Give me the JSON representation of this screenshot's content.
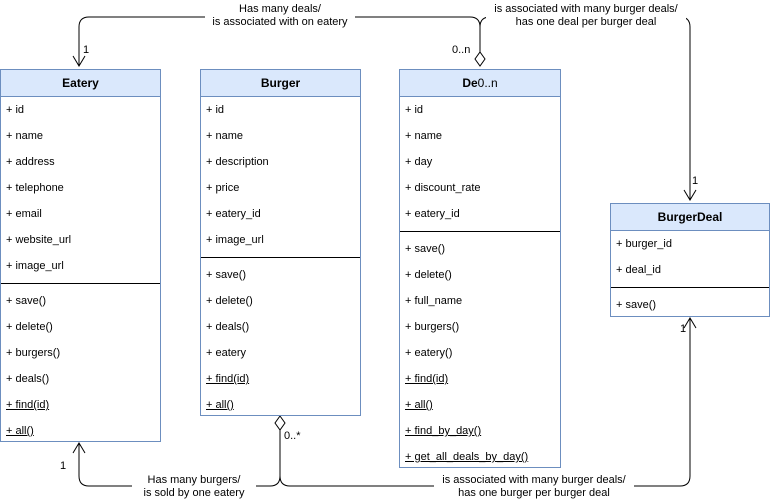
{
  "classes": {
    "eatery": {
      "name": "Eatery",
      "attributes": [
        "+ id",
        "+ name",
        "+ address",
        "+ telephone",
        "+ email",
        "+ website_url",
        "+ image_url"
      ],
      "methods": [
        "+ save()",
        "+ delete()",
        "+ burgers()",
        "+ deals()",
        "+ find(id)",
        "+ all()"
      ]
    },
    "burger": {
      "name": "Burger",
      "attributes": [
        "+ id",
        "+ name",
        "+ description",
        "+ price",
        "+ eatery_id",
        "+ image_url"
      ],
      "methods": [
        "+ save()",
        "+ delete()",
        "+ deals()",
        "+ eatery",
        "+ find(id)",
        "+ all()"
      ]
    },
    "deal": {
      "name": "De",
      "name_overlap": "0..n",
      "attributes": [
        "+ id",
        "+ name",
        "+ day",
        "+ discount_rate",
        "+ eatery_id"
      ],
      "methods": [
        "+ save()",
        "+ delete()",
        "+ full_name",
        "+ burgers()",
        "+ eatery()",
        "+ find(id)",
        "+ all()",
        "+ find_by_day()",
        "+ get_all_deals_by_day()"
      ]
    },
    "burgerdeal": {
      "name": "BurgerDeal",
      "attributes": [
        "+ burger_id",
        "+ deal_id"
      ],
      "methods": [
        "+ save()"
      ]
    }
  },
  "relations": {
    "eatery_deal": {
      "line1": "Has many deals/",
      "line2": "is associated with on eatery",
      "mult_eatery": "1",
      "mult_deal": "0..n"
    },
    "deal_burgerdeal": {
      "line1": "is associated with many burger deals/",
      "line2": "has one deal per burger deal",
      "mult_burgerdeal": "1"
    },
    "eatery_burger": {
      "line1": "Has many burgers/",
      "line2": "is sold by one eatery",
      "mult_eatery": "1",
      "mult_burger": "0..*"
    },
    "burger_burgerdeal": {
      "line1": "is associated with many burger deals/",
      "line2": "has one burger per burger deal",
      "mult_burgerdeal": "1"
    }
  },
  "colors": {
    "header_fill": "#dae8fc",
    "border": "#6c8ebf",
    "line": "#000000"
  }
}
